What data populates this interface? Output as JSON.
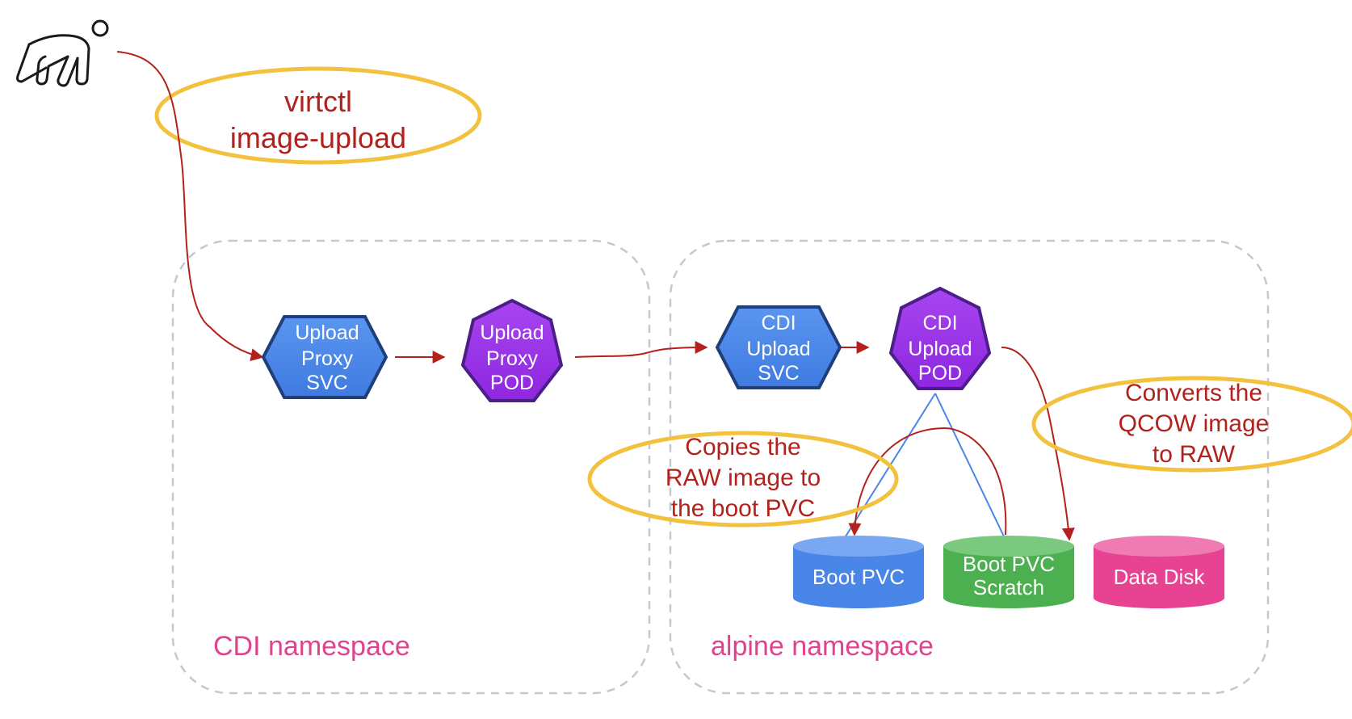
{
  "callouts": {
    "virtctl": [
      "virtctl",
      "image-upload"
    ],
    "copies": [
      "Copies the",
      "RAW image to",
      "the boot PVC"
    ],
    "converts": [
      "Converts the",
      "QCOW image",
      "to RAW"
    ]
  },
  "namespaces": {
    "cdi": "CDI namespace",
    "alpine": "alpine namespace"
  },
  "nodes": {
    "upload_proxy_svc": [
      "Upload",
      "Proxy",
      "SVC"
    ],
    "upload_proxy_pod": [
      "Upload",
      "Proxy",
      "POD"
    ],
    "cdi_upload_svc": [
      "CDI",
      "Upload",
      "SVC"
    ],
    "cdi_upload_pod": [
      "CDI",
      "Upload",
      "POD"
    ]
  },
  "volumes": {
    "boot_pvc": [
      "Boot PVC"
    ],
    "boot_pvc_scratch": [
      "Boot PVC",
      "Scratch"
    ],
    "data_disk": [
      "Data Disk"
    ]
  },
  "colors": {
    "svc_fill": "#4a86e8",
    "svc_stroke": "#1f3f7a",
    "pod_fill": "#9b30e8",
    "pod_stroke": "#4b1e8a",
    "boot_pvc": "#4a86e8",
    "scratch": "#4caf50",
    "data_disk": "#e84393",
    "arrow": "#b2211c",
    "callout_ring": "#f2c13d",
    "namespace_label": "#e0438e"
  },
  "icons": {
    "user": "runner-icon"
  }
}
